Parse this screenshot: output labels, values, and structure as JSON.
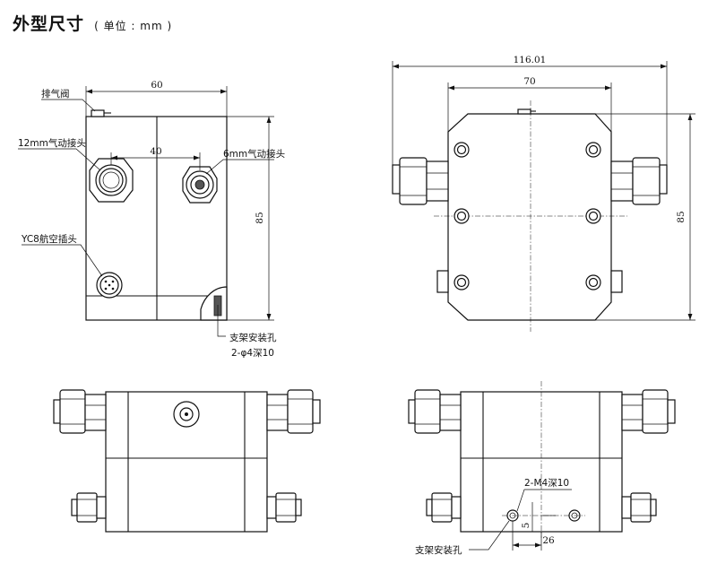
{
  "header": {
    "title": "外型尺寸",
    "unit": "( 单位 : mm )"
  },
  "labels": {
    "vent_valve": "排气阀",
    "pneumatic_12mm": "12mm气动接头",
    "pneumatic_6mm": "6mm气动接头",
    "yc8_plug": "YC8航空插头",
    "bracket_hole": "支架安装孔",
    "bracket_hole_spec": "2-φ4深10",
    "m4_spec": "2-M4深10",
    "bracket_hole_bottom": "支架安装孔"
  },
  "dimensions": {
    "side_width": "60",
    "side_port_spacing": "40",
    "side_height": "85",
    "top_total_width": "116.01",
    "top_body_width": "70",
    "top_height": "85",
    "bottom_offset_5": "5",
    "bottom_offset_26": "26"
  }
}
